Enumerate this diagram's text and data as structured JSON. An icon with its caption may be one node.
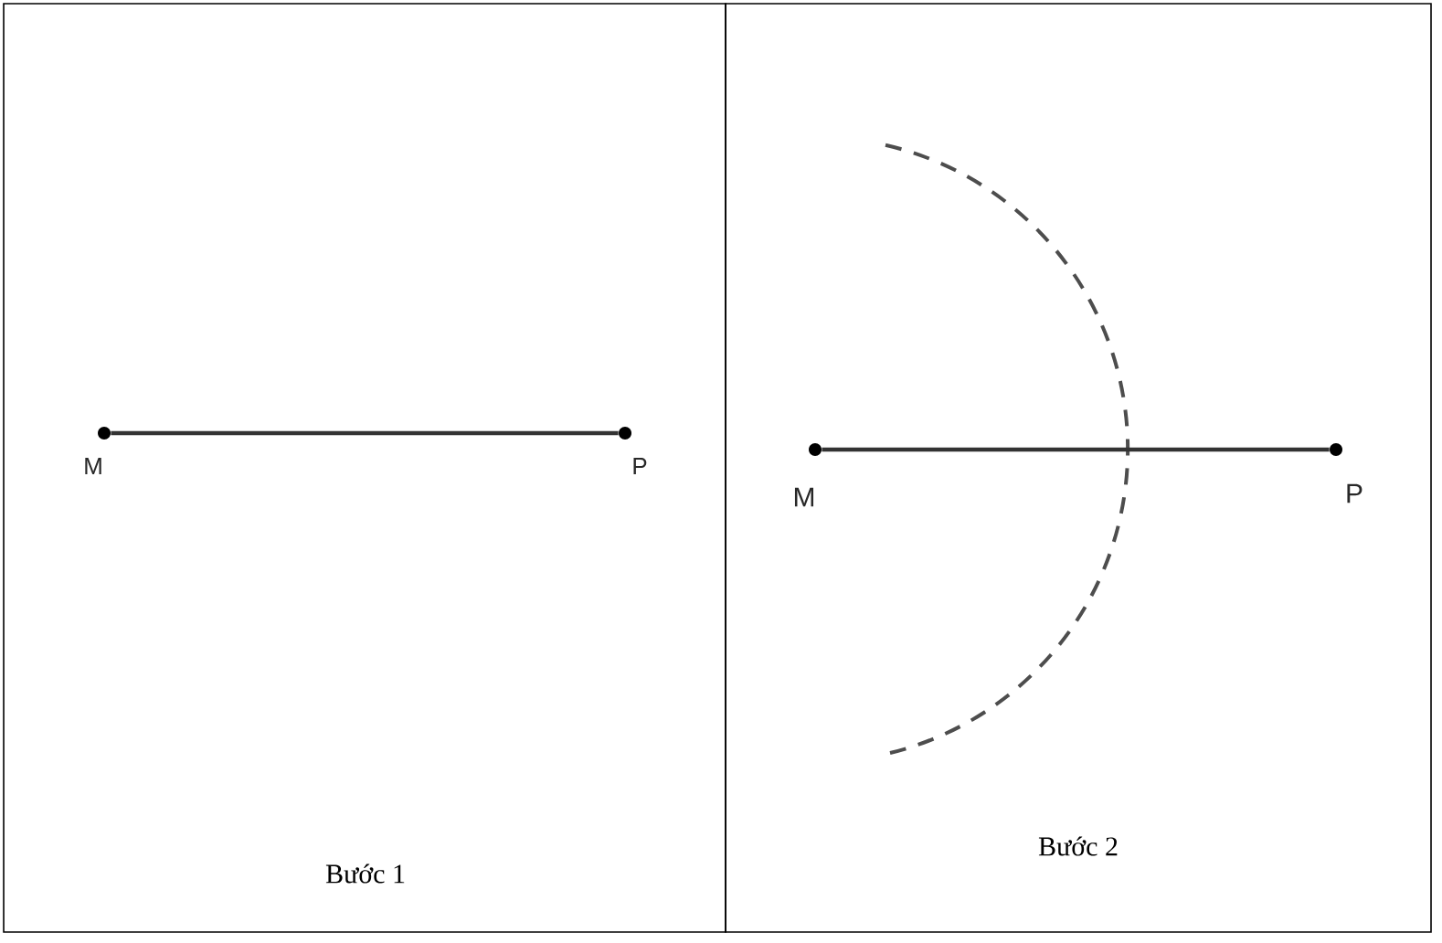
{
  "diagram": {
    "nodes": [
      {
        "text": [
          "Bước 1"
        ]
      },
      {
        "text": [
          "Bước 2"
        ]
      },
      {
        "text": [
          "M"
        ],
        "in": 0
      },
      {
        "text": [
          "P"
        ],
        "in": 0
      },
      {
        "text": [
          "M"
        ],
        "in": 1
      },
      {
        "text": [
          "P"
        ],
        "in": 1
      }
    ],
    "edges": [
      {
        "from": 2,
        "to": 3,
        "arrow": "none"
      },
      {
        "from": 4,
        "to": 5,
        "arrow": "none"
      }
    ]
  }
}
